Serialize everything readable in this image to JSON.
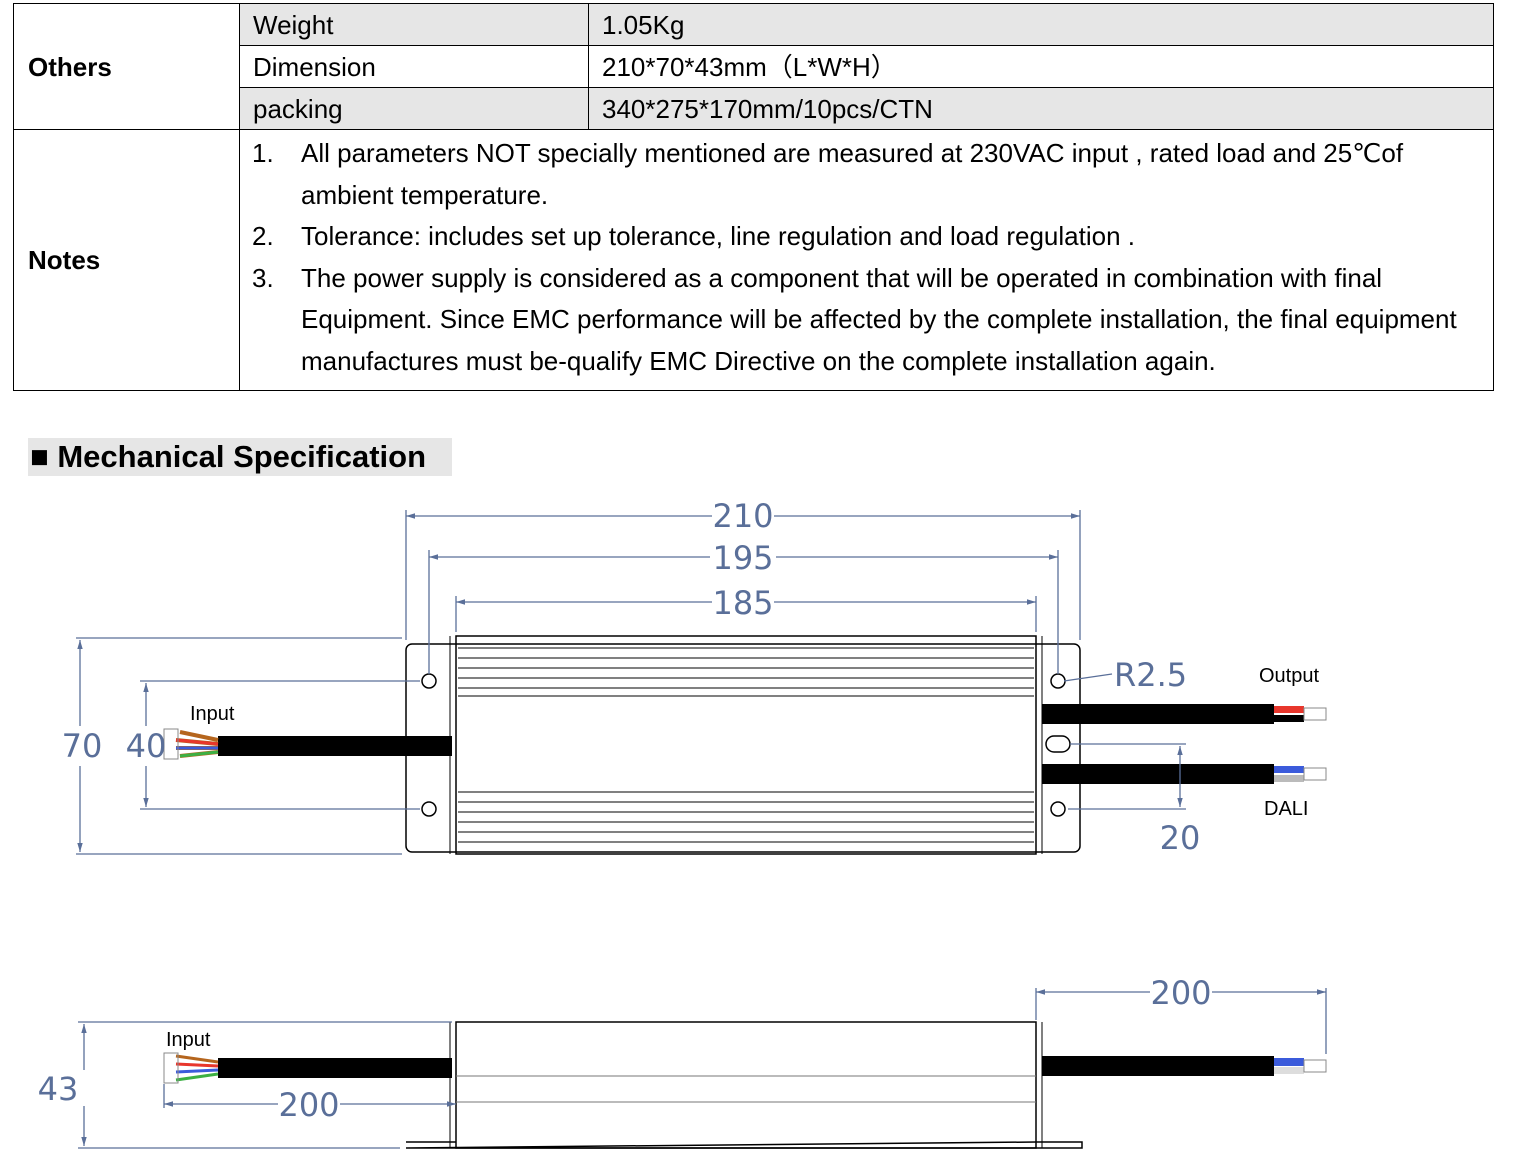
{
  "others": {
    "category": "Others",
    "rows": [
      {
        "key": "Weight",
        "value": "1.05Kg"
      },
      {
        "key": "Dimension",
        "value": "210*70*43mm（L*W*H）"
      },
      {
        "key": "packing",
        "value": "340*275*170mm/10pcs/CTN"
      }
    ]
  },
  "notes": {
    "category": "Notes",
    "items": [
      {
        "num": "1.",
        "text": "All parameters NOT specially mentioned are measured at 230VAC input , rated load and 25℃of ambient temperature."
      },
      {
        "num": "2.",
        "text": "Tolerance: includes set up tolerance, line regulation and load regulation ."
      },
      {
        "num": "3.",
        "text": "The power supply is considered as a component that will be operated in combination with final Equipment. Since EMC performance will be affected by the complete installation, the final equipment manufactures must be-qualify EMC Directive on the complete installation again."
      }
    ]
  },
  "section": {
    "title": "■ Mechanical Specification"
  },
  "drawing": {
    "top_view": {
      "dim_length_overall": "210",
      "dim_hole_spacing": "195",
      "dim_body_length": "185",
      "dim_width": "70",
      "dim_hole_pitch": "40",
      "dim_radius": "R2.5",
      "dim_slot_offset": "20",
      "label_input": "Input",
      "label_output": "Output",
      "label_dali": "DALI"
    },
    "side_view": {
      "dim_cable_right": "200",
      "dim_cable_left": "200",
      "dim_height": "43",
      "label_input": "Input"
    },
    "colors": {
      "dimension": "#5a6f99",
      "wire_brown": "#b5651d",
      "wire_red": "#e8362c",
      "wire_blue": "#3b5bdb",
      "wire_green": "#3cb043",
      "cable": "#000000"
    }
  }
}
